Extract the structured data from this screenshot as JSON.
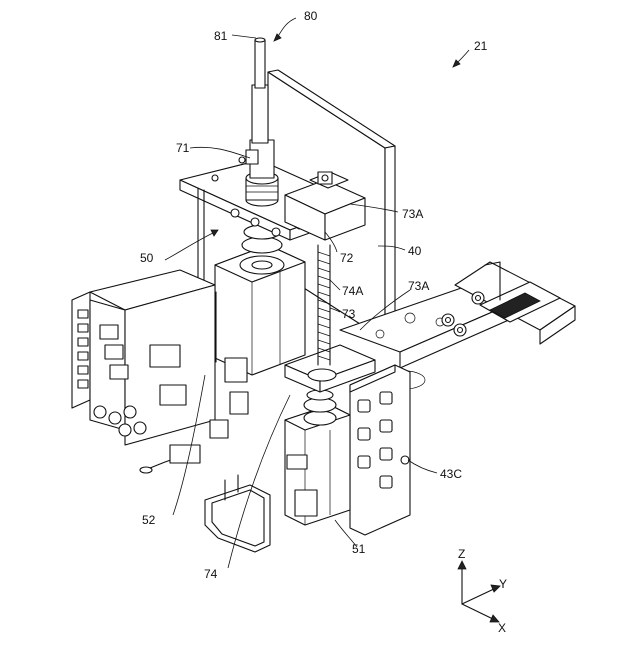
{
  "figure": {
    "reference_number": "21",
    "labels": {
      "l80": "80",
      "l81": "81",
      "l71": "71",
      "l73A_top": "73A",
      "l72": "72",
      "l40": "40",
      "l50": "50",
      "l74A": "74A",
      "l73": "73",
      "l73A_mid": "73A",
      "l43C": "43C",
      "l52": "52",
      "l51": "51",
      "l74": "74"
    },
    "axes": {
      "z": "Z",
      "y": "Y",
      "x": "X"
    }
  }
}
